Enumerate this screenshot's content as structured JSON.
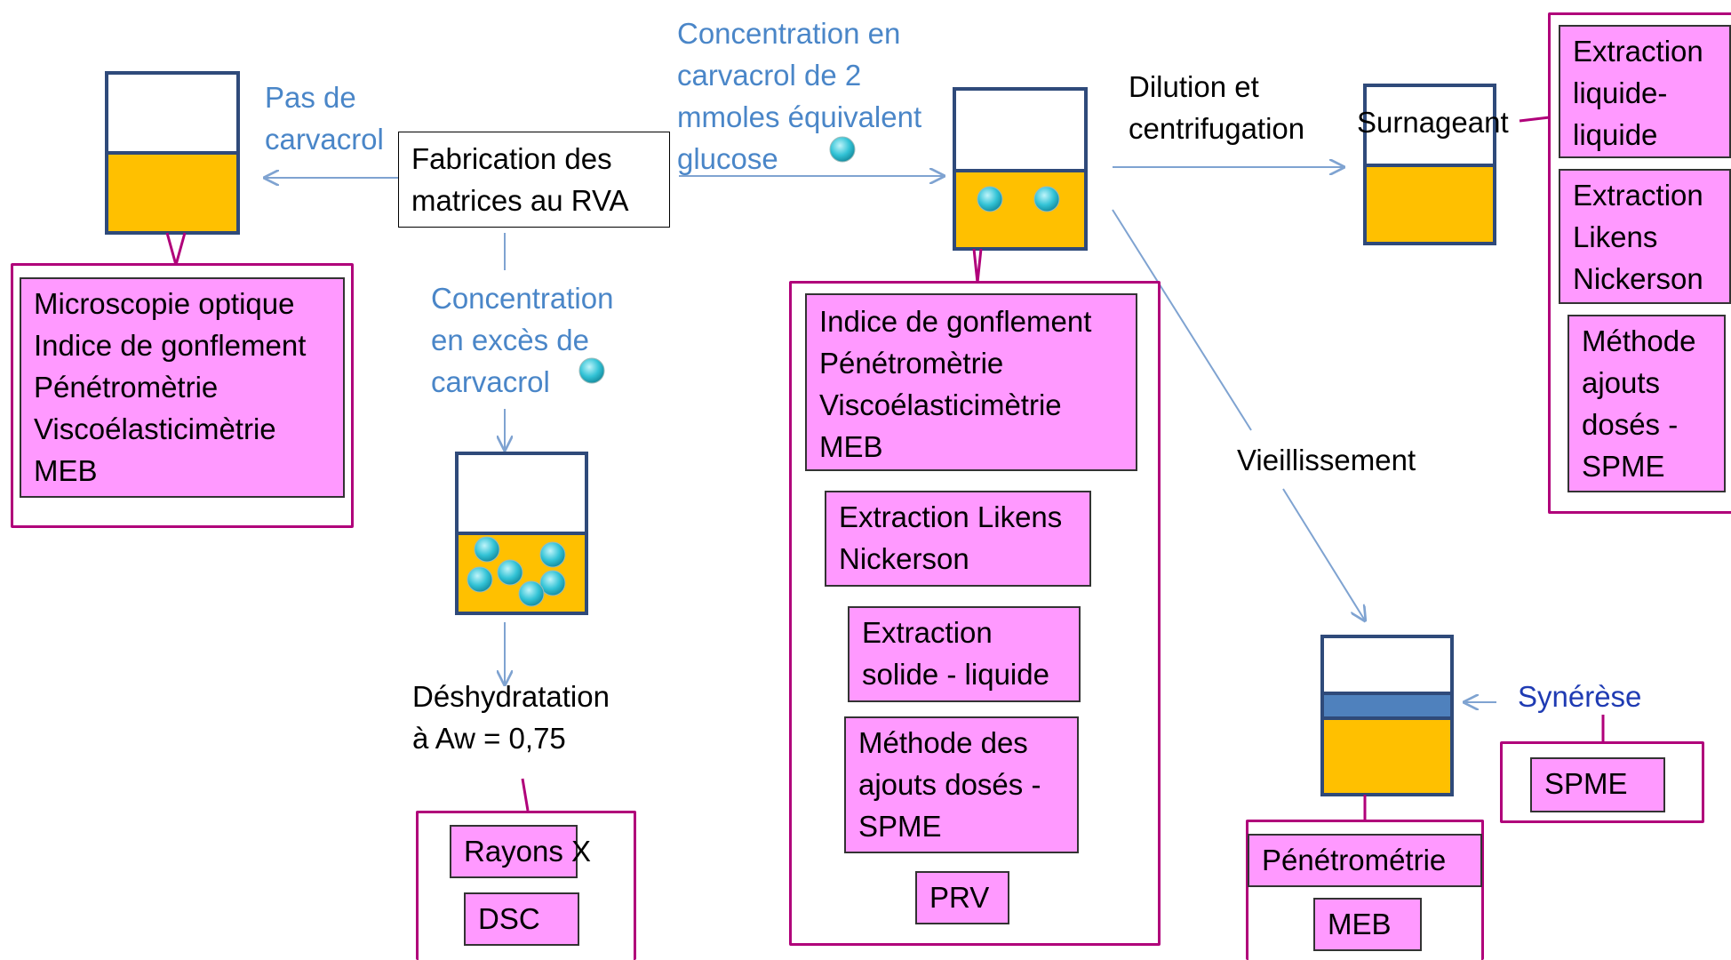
{
  "labels": {
    "pas_de_carvacrol": "Pas de\ncarvacrol",
    "conc_2mmol": "Concentration en\ncarvacrol de 2\nmmoles équivalent\nglucose",
    "conc_exces": "Concentration\nen excès de\ncarvacrol",
    "dilution": "Dilution et\ncentrifugation",
    "surnageant": "Surnageant",
    "vieillissement": "Vieillissement",
    "deshydratation": "Déshydratation\nà Aw = 0,75",
    "synerese": "Synérèse"
  },
  "start_box": "Fabrication des\nmatrices au RVA",
  "boxes": {
    "left_methods": "Microscopie optique\nIndice de gonflement\nPénétromètrie\nViscoélasticimètrie\nMEB",
    "center_methods": "Indice de gonflement\nPénétromètrie\nViscoélasticimètrie\nMEB",
    "center_likens": "Extraction Likens\nNickerson",
    "center_solide": "Extraction\nsolide - liquide",
    "center_ajouts": "Méthode des\najouts dosés -\nSPME",
    "center_prv": "PRV",
    "right_ll": "Extraction\nliquide-\nliquide",
    "right_likens": "Extraction\nLikens\nNickerson",
    "right_ajouts": "Méthode\najouts\ndosés -\nSPME",
    "rayons_x": "Rayons X",
    "dsc": "DSC",
    "penetrometrie": "Pénétrométrie",
    "meb": "MEB",
    "spme": "SPME"
  },
  "colors": {
    "box_fill": "#ff99ff",
    "frame": "#b0007a",
    "gel": "#ffc000",
    "syneresis_layer": "#4f81bd",
    "molecule": "#33c3d6",
    "arrow": "#7fa3d1"
  }
}
